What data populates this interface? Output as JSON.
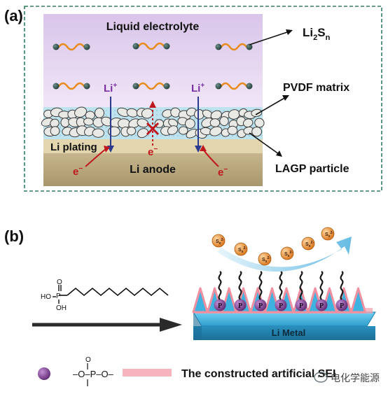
{
  "panel_a": {
    "label": "(a)",
    "top_label": "Liquid electrolyte",
    "li_ion": "Li",
    "li_ion_sup": "+",
    "electron": "e",
    "electron_sup": "−",
    "li_plating": "Li plating",
    "li_anode": "Li anode",
    "polysulfide_main": "Li",
    "polysulfide_sub1": "2",
    "polysulfide_mid": "S",
    "polysulfide_sub2": "n",
    "pvdf": "PVDF matrix",
    "lagp": "LAGP particle"
  },
  "panel_b": {
    "label": "(b)",
    "p_symbol": "P",
    "molecule_o": "O",
    "molecule_ho": "HO",
    "molecule_oh": "OH",
    "li_metal": "Li Metal",
    "sulfide_base": "S",
    "sulfide_sub": "x",
    "sulfide_sup": "2-",
    "legend_phosphate": "–O–P–O–",
    "legend_phosphate_o": "O",
    "legend_sei": "The constructed artificial SEI"
  },
  "watermark": "电化学能源",
  "colors": {
    "dash_border": "#2e7d5b",
    "electrolyte_top": "#dcc9ec",
    "electrolyte_bottom": "#efe3f6",
    "anode": "#bfae86",
    "plating": "#e5d9b4",
    "li_ion_color": "#7b2fa6",
    "electron_color": "#c0171e",
    "li_metal_blue": "#37a9d8",
    "sei_pink": "#f08fa0",
    "polysulfide_orange": "#e98b1d",
    "phosphate_purple": "#7a3c8c"
  }
}
